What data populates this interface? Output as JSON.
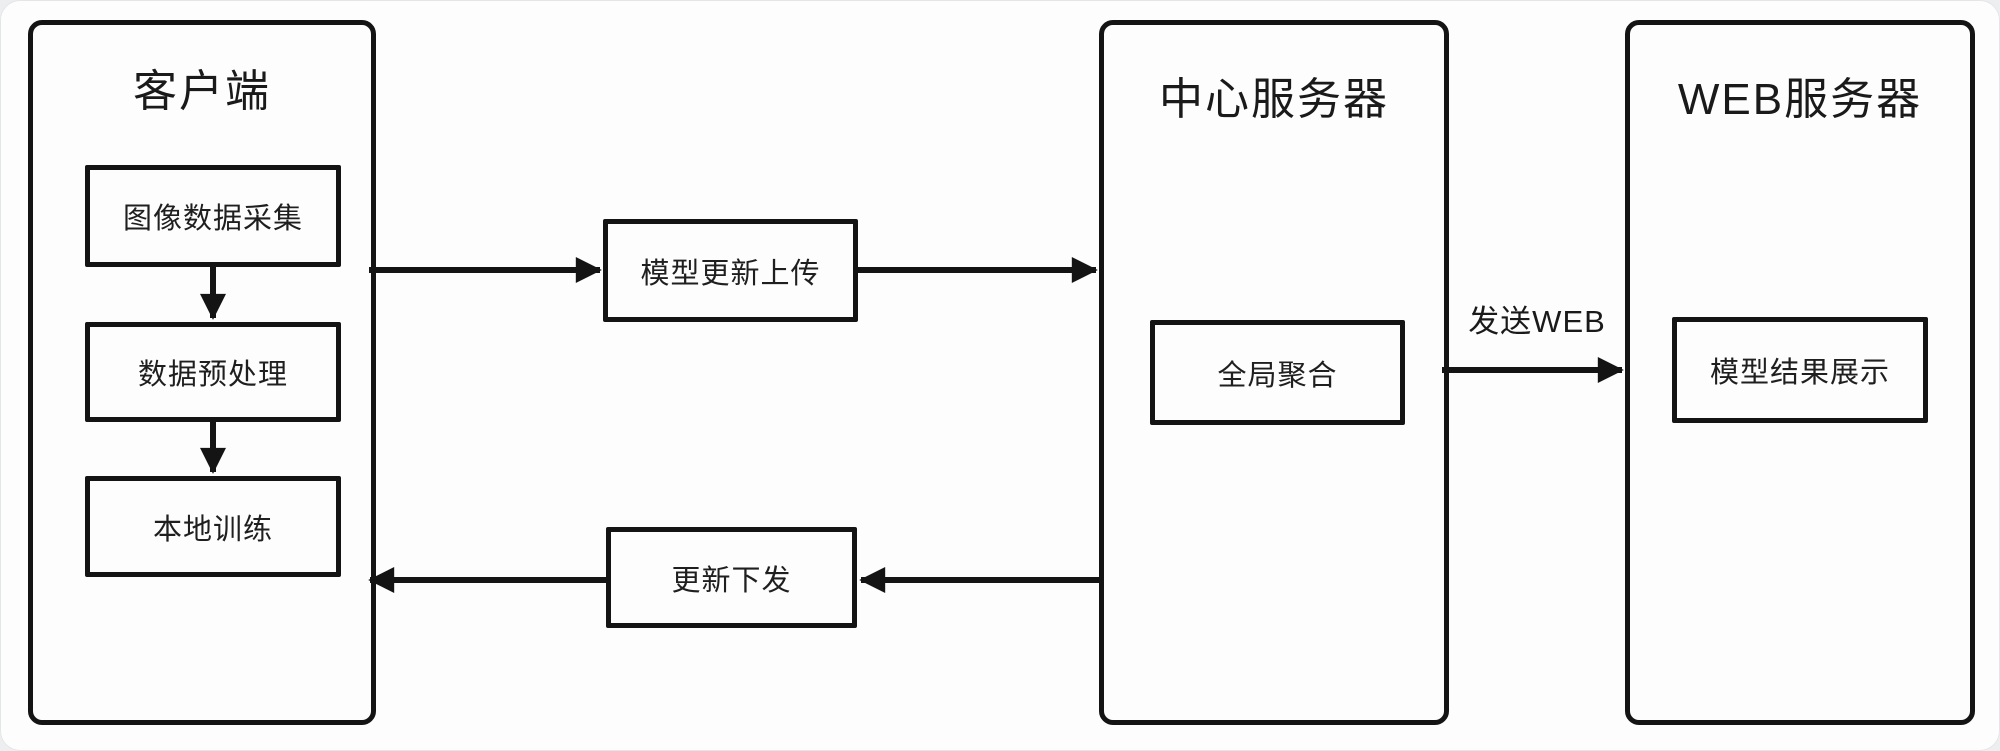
{
  "diagram": {
    "stroke_color": "#141414",
    "background_color": "#fdfdfd"
  },
  "containers": [
    {
      "id": "client",
      "title": "客户端"
    },
    {
      "id": "central-server",
      "title": "中心服务器"
    },
    {
      "id": "web-server",
      "title": "WEB服务器"
    }
  ],
  "nodes": {
    "image_data_collection": "图像数据采集",
    "data_preprocessing": "数据预处理",
    "local_training": "本地训练",
    "model_update_upload": "模型更新上传",
    "update_distribution": "更新下发",
    "global_aggregation": "全局聚合",
    "model_result_display": "模型结果展示"
  },
  "edge_labels": {
    "send_web": "发送WEB"
  }
}
